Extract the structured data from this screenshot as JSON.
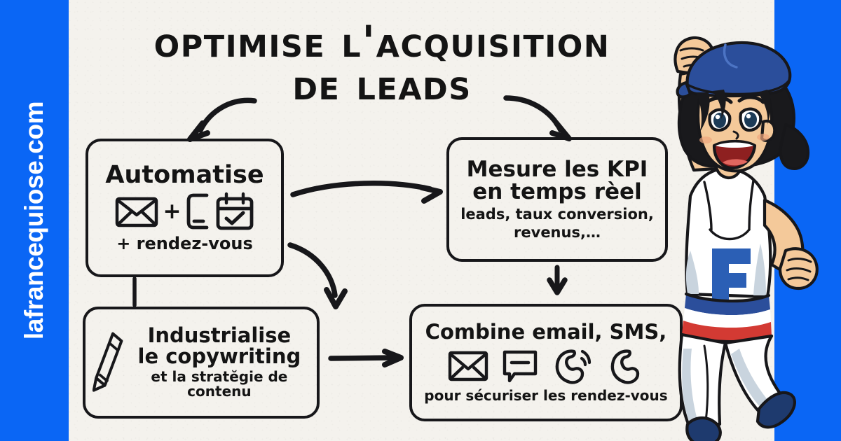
{
  "brand": {
    "site_url": "lafrancequiose.com",
    "accent_blue": "#0A66F5",
    "paper": "#F4F2ED",
    "ink": "#17171A"
  },
  "title": {
    "line1": "Optimise l'acquisition",
    "line2": "de leads"
  },
  "boxes": {
    "automatise": {
      "heading": "Automatise",
      "subtext": "+ rendez-vous",
      "icons": [
        "envelope-icon",
        "plus-sign",
        "phone-icon",
        "calendar-check-icon"
      ]
    },
    "kpi": {
      "heading_line1": "Mesure les KPI",
      "heading_line2": "en temps rèel",
      "subtext_line1": "leads, taux conversion,",
      "subtext_line2": "revenus,…"
    },
    "industrialise": {
      "icon": "pencil-icon",
      "heading_line1": "Industrialise",
      "heading_line2": "le copywriting",
      "subtext": "et la stratĕgie de contenu"
    },
    "combine": {
      "heading": "Combine email, SMS,",
      "icons": [
        "envelope-icon",
        "chat-bubble-icon",
        "phone-ringing-icon",
        "phone-icon"
      ],
      "subtext": "pour sécuriser les rendez-vous"
    }
  },
  "arrows": [
    {
      "name": "arrow-title-to-automatise",
      "from": "title",
      "to": "automatise"
    },
    {
      "name": "arrow-title-to-kpi",
      "from": "title",
      "to": "kpi"
    },
    {
      "name": "arrow-automatise-to-kpi",
      "from": "automatise",
      "to": "kpi"
    },
    {
      "name": "arrow-automatise-to-industrialise",
      "from": "automatise",
      "to": "industrialise"
    },
    {
      "name": "arrow-kpi-to-combine",
      "from": "kpi",
      "to": "combine"
    },
    {
      "name": "arrow-industrialise-to-combine",
      "from": "industrialise",
      "to": "combine"
    }
  ],
  "mascot": {
    "description": "cheering-woman-mascot",
    "jersey_letter": "F",
    "beret_color": "#2B4E9B",
    "jersey_color": "#FFFFFF",
    "belt_colors": [
      "#2B4E9B",
      "#FFFFFF",
      "#D33A33"
    ],
    "shoe_color": "#1E3A6E",
    "skin_color": "#F4C99A",
    "hair_color": "#19191C"
  }
}
